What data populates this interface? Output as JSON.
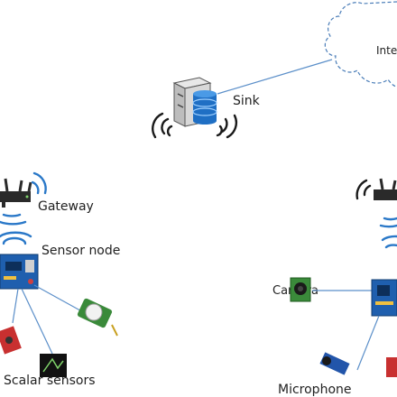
{
  "diagram": {
    "cloud_label": "Inte",
    "sink_label": "Sink",
    "gateway_label": "Gateway",
    "sensor_node_label": "Sensor node",
    "scalar_sensors_label": "Scalar sensors",
    "camera_label": "Camera",
    "microphone_label": "Microphone"
  },
  "colors": {
    "link_line": "#5b8fc9",
    "board_blue": "#1f5fae",
    "signal_dark": "#1a1a1a",
    "signal_blue": "#2a78c8",
    "sensor_green": "#3a8a3a"
  },
  "icons": [
    "cloud-icon",
    "server-icon",
    "router-icon",
    "wifi-signal-icon",
    "board-icon",
    "pir-sensor-icon",
    "camera-module-icon",
    "microphone-module-icon"
  ]
}
